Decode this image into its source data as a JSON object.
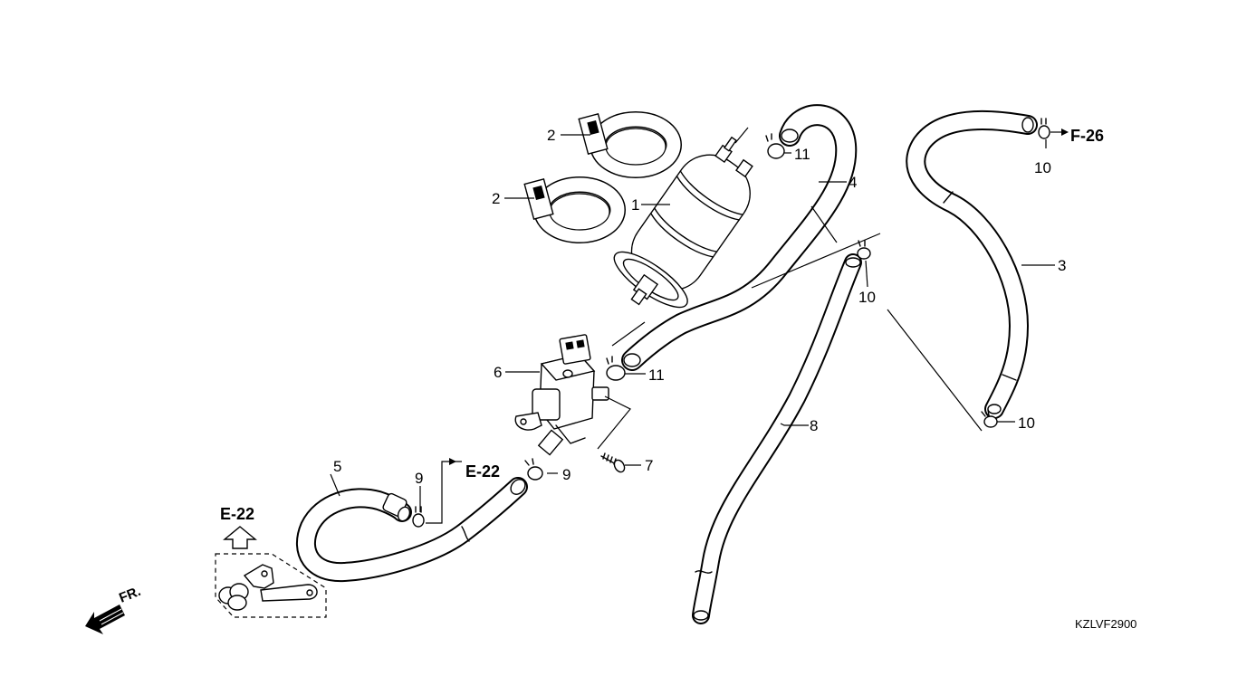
{
  "diagram": {
    "part_numbers": {
      "p1": "1",
      "p2a": "2",
      "p2b": "2",
      "p3": "3",
      "p4": "4",
      "p5": "5",
      "p6": "6",
      "p7": "7",
      "p8": "8",
      "p9a": "9",
      "p9b": "9",
      "p10a": "10",
      "p10b": "10",
      "p10c": "10",
      "p11a": "11",
      "p11b": "11"
    },
    "references": {
      "f26": "F-26",
      "e22_right": "E-22",
      "e22_up": "E-22"
    },
    "direction_label": "FR.",
    "diagram_code": "KZLVF2900"
  }
}
